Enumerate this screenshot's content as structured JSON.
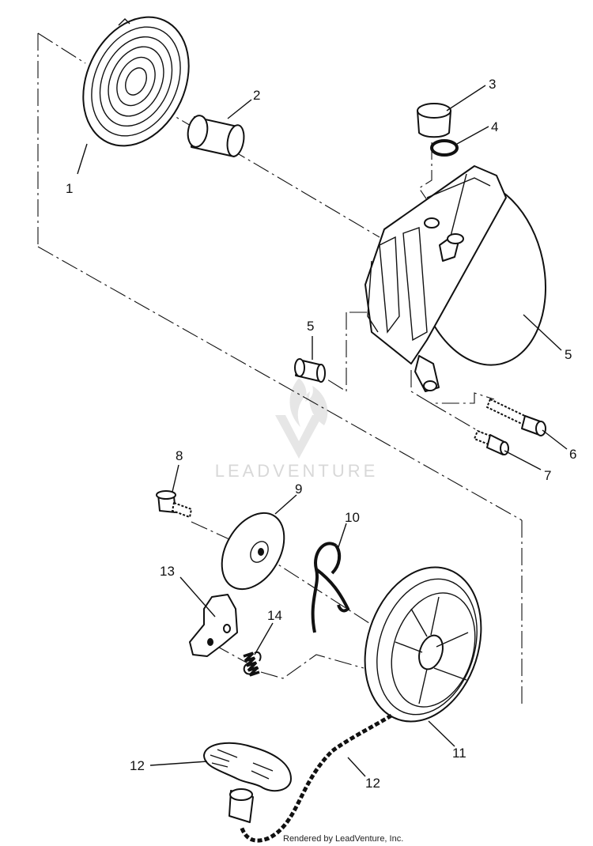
{
  "diagram": {
    "callouts": [
      "1",
      "2",
      "3",
      "4",
      "5",
      "5",
      "6",
      "7",
      "8",
      "9",
      "10",
      "11",
      "12",
      "12",
      "13",
      "14"
    ],
    "watermark": "LEADVENTURE",
    "credit": "Rendered by LeadVenture, Inc."
  }
}
